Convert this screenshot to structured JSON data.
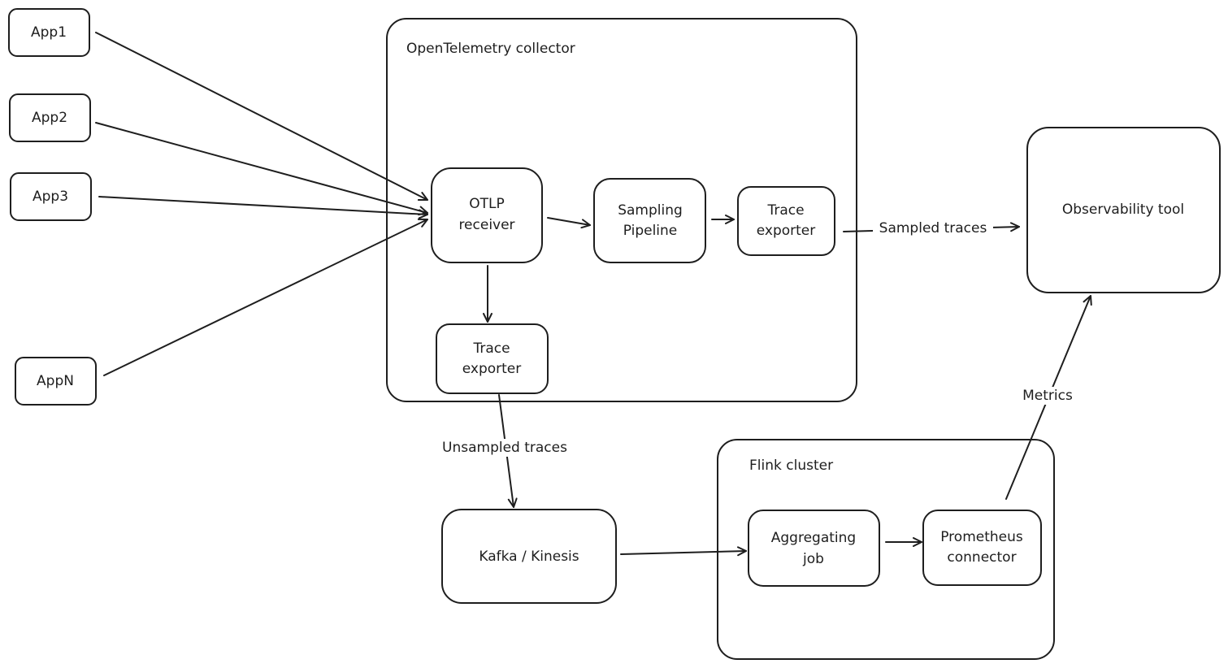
{
  "diagram": {
    "groups": {
      "otel": {
        "label": "OpenTelemetry collector"
      },
      "flink": {
        "label": "Flink cluster"
      }
    },
    "nodes": {
      "app1": {
        "label": "App1"
      },
      "app2": {
        "label": "App2"
      },
      "app3": {
        "label": "App3"
      },
      "appn": {
        "label": "AppN"
      },
      "otlp_receiver": {
        "line1": "OTLP",
        "line2": "receiver"
      },
      "sampling_pipeline": {
        "line1": "Sampling",
        "line2": "Pipeline"
      },
      "trace_exporter_sampled": {
        "line1": "Trace",
        "line2": "exporter"
      },
      "trace_exporter_unsampled": {
        "line1": "Trace",
        "line2": "exporter"
      },
      "observability_tool": {
        "label": "Observability tool"
      },
      "kafka_kinesis": {
        "label": "Kafka / Kinesis"
      },
      "aggregating_job": {
        "line1": "Aggregating",
        "line2": "job"
      },
      "prometheus_connector": {
        "line1": "Prometheus",
        "line2": "connector"
      }
    },
    "edges": {
      "sampled_traces": {
        "label": "Sampled traces"
      },
      "unsampled_traces": {
        "label": "Unsampled traces"
      },
      "metrics": {
        "label": "Metrics"
      }
    }
  }
}
